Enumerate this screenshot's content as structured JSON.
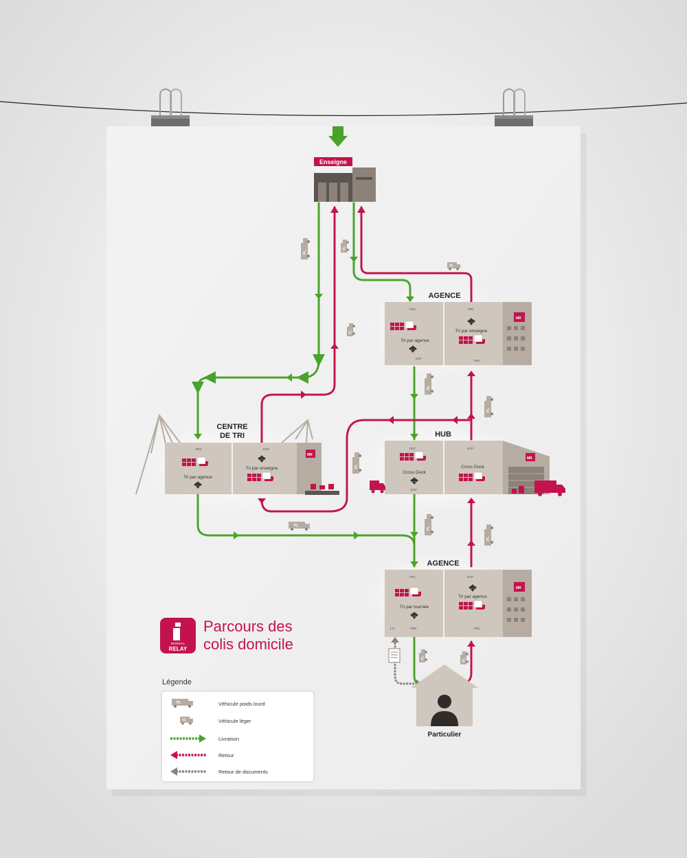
{
  "title": {
    "line1": "Parcours des",
    "line2": "colis domicile"
  },
  "logo": {
    "brand_top": "MONDIAL",
    "brand_bottom": "RELAY"
  },
  "nodes": {
    "enseigne": "Enseigne",
    "agence_top": "AGENCE",
    "centre_line1": "CENTRE",
    "centre_line2": "DE TRI",
    "hub": "HUB",
    "agence_bottom": "AGENCE",
    "particulier": "Particulier"
  },
  "station_labels": {
    "tri_par_agence": "Tri par agence",
    "tri_par_enseigne": "Tri par enseigne",
    "cross_dock": "Cross Dock",
    "tri_par_tournee": "Tri par tournée",
    "mr_badge": "MR"
  },
  "badges": {
    "pec": "PEC",
    "trn": "TRN",
    "exp": "EXP",
    "liv": "LIV"
  },
  "vehicles": {
    "pl": "PL",
    "vl": "VL"
  },
  "legend": {
    "title": "Légende",
    "items": [
      {
        "label": "Véhicule poids lourd",
        "kind": "pl-truck"
      },
      {
        "label": "Véhicule léger",
        "kind": "vl-truck"
      },
      {
        "label": "Livraison",
        "kind": "green-arrow"
      },
      {
        "label": "Retour",
        "kind": "red-arrow"
      },
      {
        "label": "Retour de documents",
        "kind": "grey-arrow"
      }
    ]
  },
  "colors": {
    "delivery": "#4aa329",
    "return": "#c3134d",
    "documents": "#8c8279",
    "building": "#cfc6bd",
    "dark": "#5b5450"
  }
}
